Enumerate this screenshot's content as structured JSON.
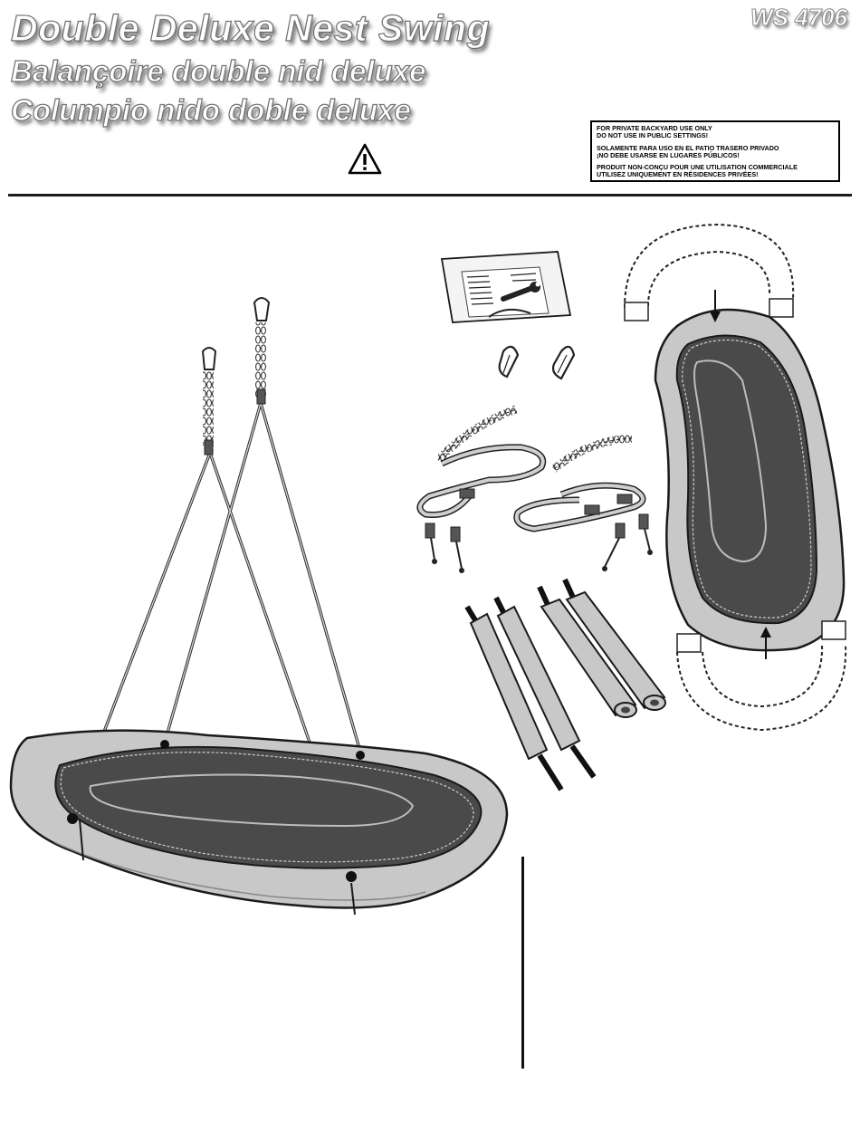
{
  "header": {
    "title_en": "Double Deluxe Nest Swing",
    "title_fr": "Balançoire double nid deluxe",
    "title_es": "Columpio nido doble deluxe",
    "model_number": "WS 4706"
  },
  "notice": {
    "en_line1": "FOR PRIVATE BACKYARD USE ONLY",
    "en_line2": "DO NOT USE IN PUBLIC SETTINGS!",
    "es_line1": "SOLAMENTE PARA USO EN EL PATIO TRASERO PRIVADO",
    "es_line2": "¡NO DEBE USARSE EN LUGARES PÚBLICOS!",
    "fr_line1": "PRODUIT NON-CONÇU POUR UNE UTILISATION COMMERCIALE",
    "fr_line2": "UTILISEZ UNIQUEMENT EN RÉSIDENCES PRIVÉES!"
  },
  "icons": {
    "warning": "warning-triangle-icon",
    "wrench": "wrench-icon"
  },
  "colors": {
    "padding": "#c8c8c8",
    "mesh": "#4a4a4a",
    "outline": "#1a1a1a",
    "rope": "#b0b0b0"
  }
}
